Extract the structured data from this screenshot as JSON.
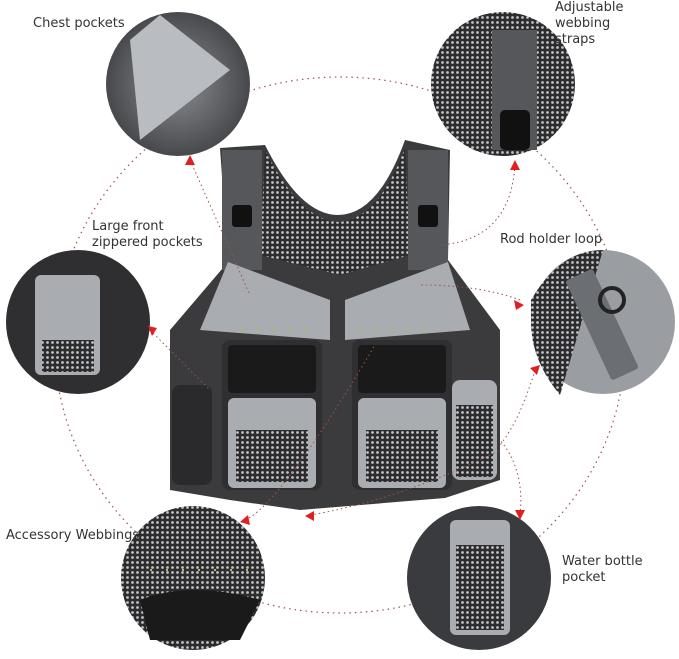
{
  "labels": {
    "chest_pockets": "Chest pockets",
    "adjustable_straps": "Adjustable webbing\nstraps",
    "front_pockets": "Large front\nzippered pockets",
    "rod_holder": "Rod holder loop",
    "accessory_webbings": "Accessory Webbings",
    "water_bottle": "Water bottle\npocket"
  },
  "colors": {
    "vest_dark": "#3b3b3d",
    "vest_light": "#a9acb0",
    "accent_green": "#9ccc3c",
    "arrow": "#e02020",
    "dotted_line": "#a0504a"
  }
}
